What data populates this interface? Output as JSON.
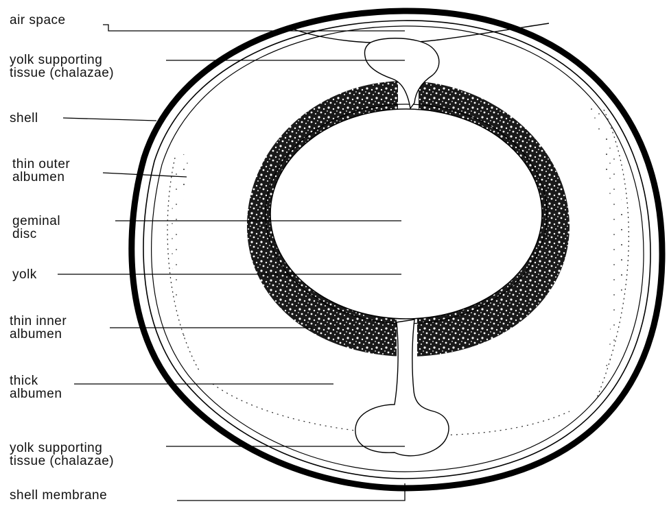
{
  "labels": {
    "air_space": "air space",
    "yolk_supporting_tissue_top": [
      "yolk supporting",
      "tissue (chalazae)"
    ],
    "shell": "shell",
    "thin_outer_albumen": [
      "thin outer",
      "albumen"
    ],
    "germinal_disc": [
      "geminal",
      "disc"
    ],
    "yolk": "yolk",
    "thin_inner_albumen": [
      "thin inner",
      "albumen"
    ],
    "thick_albumen": [
      "thick",
      "albumen"
    ],
    "yolk_supporting_tissue_bottom": [
      "yolk supporting",
      "tissue (chalazae)"
    ],
    "shell_membrane": "shell membrane"
  },
  "colors": {
    "ink": "#111111",
    "background": "#ffffff"
  }
}
